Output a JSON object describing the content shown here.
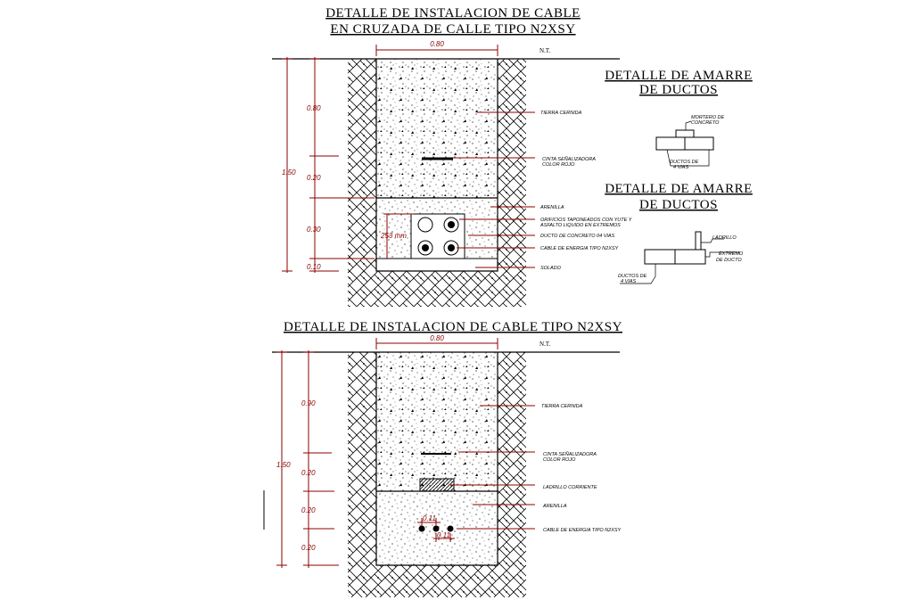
{
  "colors": {
    "dimension": "#8b0000",
    "line": "#000000",
    "background": "#ffffff"
  },
  "upper_detail": {
    "title_line1": "DETALLE DE INSTALACION DE CABLE",
    "title_line2": "EN CRUZADA DE CALLE TIPO N2XSY",
    "width_dim": "0.80",
    "ground_label": "N.T.",
    "total_depth": "1.50",
    "depths": [
      "0.80",
      "0.20",
      "0.30",
      "0.10"
    ],
    "duct_dim": "253 mm",
    "labels": [
      "TIERRA CERNIDA",
      "CINTA SEÑALIZADORA",
      "COLOR ROJO",
      "ARENILLA",
      "ORIFICIOS TAPONEADOS CON YUTE Y",
      "ASFALTO LIQUIDO EN EXTREMOS",
      "DUCTO DE CONCRETO 04 VIAS",
      "CABLE DE ENERGIA TIPO N2XSY",
      "SOLADO"
    ]
  },
  "amarre_1": {
    "title_line1": "DETALLE DE AMARRE",
    "title_line2": "DE DUCTOS",
    "label_top_1": "MORTERO DE",
    "label_top_2": "CONCRETO",
    "label_bottom_1": "DUCTOS DE",
    "label_bottom_2": "4 VIAS"
  },
  "amarre_2": {
    "title_line1": "DETALLE DE AMARRE",
    "title_line2": "DE DUCTOS",
    "label_ladrillo": "LADRILLO",
    "label_extremo_1": "EXTREMO",
    "label_extremo_2": "DE DUCTO",
    "label_bottom_1": "DUCTOS DE",
    "label_bottom_2": "4 VIAS"
  },
  "lower_detail": {
    "title": "DETALLE DE INSTALACION DE CABLE TIPO N2XSY",
    "width_dim": "0.80",
    "ground_label": "N.T.",
    "total_depth": "1.50",
    "depths": [
      "0.90",
      "0.20",
      "0.20",
      "0.20"
    ],
    "spacing_dim_1": "0.11",
    "spacing_dim_2": "0.11",
    "labels": [
      "TIERRA CERNIDA",
      "CINTA SEÑALIZADORA",
      "COLOR ROJO",
      "LADRILLO CORRIENTE",
      "ARENILLA",
      "CABLE DE ENERGIA TIPO N2XSY"
    ]
  }
}
